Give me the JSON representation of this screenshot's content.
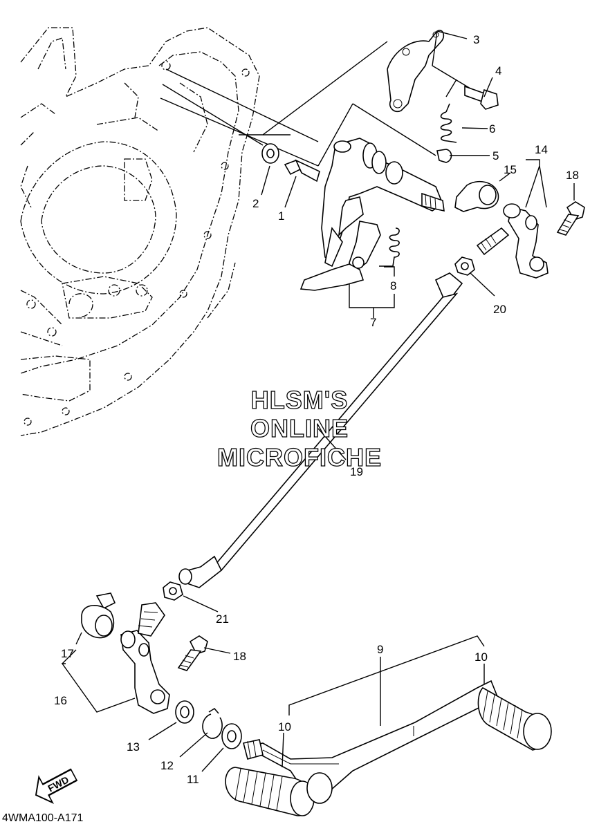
{
  "diagram_code": "4WMA100-A171",
  "fwd_label": "FWD",
  "watermark": [
    "HLSM'S",
    "ONLINE",
    "MICROFICHE"
  ],
  "callouts": {
    "p1": "1",
    "p2": "2",
    "p3": "3",
    "p4": "4",
    "p5": "5",
    "p6": "6",
    "p7": "7",
    "p8": "8",
    "p9": "9",
    "p10a": "10",
    "p10b": "10",
    "p11": "11",
    "p12": "12",
    "p13": "13",
    "p14": "14",
    "p15": "15",
    "p16": "16",
    "p17": "17",
    "p18a": "18",
    "p18b": "18",
    "p19": "19",
    "p20": "20",
    "p21": "21"
  }
}
